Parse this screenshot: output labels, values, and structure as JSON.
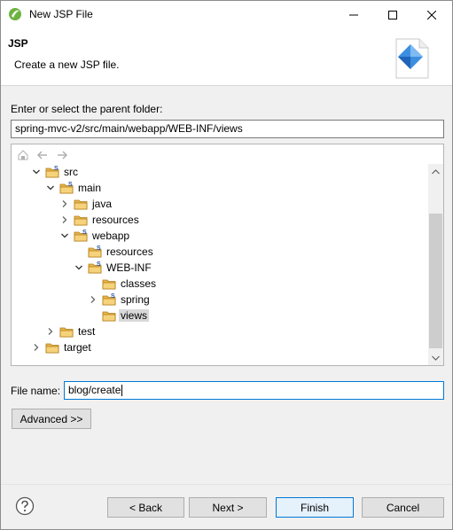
{
  "window": {
    "title": "New JSP File"
  },
  "banner": {
    "title": "JSP",
    "description": "Create a new JSP file."
  },
  "parent_folder": {
    "label": "Enter or select the parent folder:",
    "value": "spring-mvc-v2/src/main/webapp/WEB-INF/views"
  },
  "tree": {
    "items": [
      {
        "label": "src",
        "state": "expanded",
        "level": 0,
        "folder": "source"
      },
      {
        "label": "main",
        "state": "expanded",
        "level": 1,
        "folder": "source"
      },
      {
        "label": "java",
        "state": "collapsed",
        "level": 2,
        "folder": "plain"
      },
      {
        "label": "resources",
        "state": "collapsed",
        "level": 2,
        "folder": "plain"
      },
      {
        "label": "webapp",
        "state": "expanded",
        "level": 2,
        "folder": "source"
      },
      {
        "label": "resources",
        "state": "leaf",
        "level": 3,
        "folder": "source"
      },
      {
        "label": "WEB-INF",
        "state": "expanded",
        "level": 3,
        "folder": "source"
      },
      {
        "label": "classes",
        "state": "leaf",
        "level": 4,
        "folder": "plain"
      },
      {
        "label": "spring",
        "state": "collapsed",
        "level": 4,
        "folder": "source"
      },
      {
        "label": "views",
        "state": "leaf",
        "level": 4,
        "folder": "plain",
        "selected": true
      },
      {
        "label": "test",
        "state": "collapsed",
        "level": 1,
        "folder": "plain"
      },
      {
        "label": "target",
        "state": "collapsed",
        "level": 0,
        "folder": "plain"
      }
    ]
  },
  "file_name": {
    "label": "File name:",
    "value": "blog/create"
  },
  "buttons": {
    "advanced": "Advanced >>",
    "back": "< Back",
    "next": "Next >",
    "finish": "Finish",
    "cancel": "Cancel"
  },
  "colors": {
    "folder": "#e8b54a",
    "selection": "#d9d9d9",
    "focus": "#0078d7"
  }
}
